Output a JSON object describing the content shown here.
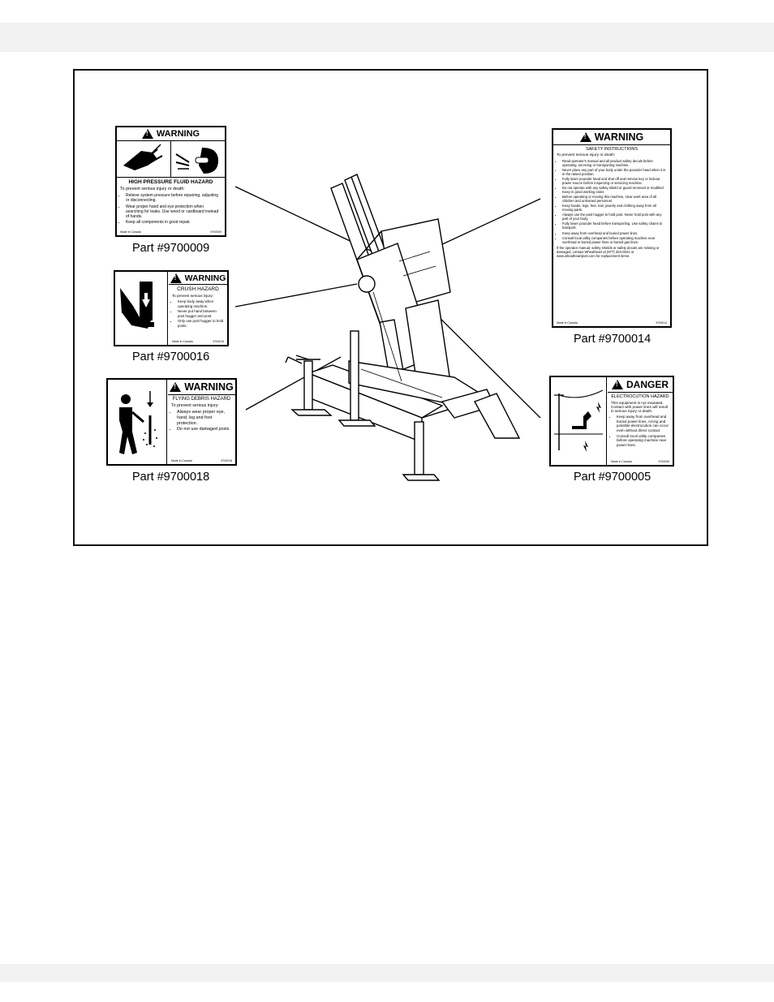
{
  "decals": [
    {
      "part_label": "Part #9700009",
      "signal": "WARNING",
      "hazard": "HIGH PRESSURE FLUID HAZARD",
      "intro": "To prevent serious injury or death:",
      "bullets": [
        "Relieve system pressure before repairing, adjusting or disconnecting.",
        "Wear proper hand and eye protection when searching for leaks. Use wood or cardboard instead of hands.",
        "Keep all components in good repair."
      ],
      "footer_left": "Made in Canada",
      "footer_right": "9700009"
    },
    {
      "part_label": "Part #9700016",
      "signal": "WARNING",
      "hazard": "CRUSH HAZARD",
      "intro": "To prevent serious injury:",
      "bullets": [
        "Keep body away when operating machine.",
        "Never put hand between post hugger and post.",
        "Only use post hugger to hold posts."
      ],
      "footer_left": "Made in Canada",
      "footer_right": "9700016"
    },
    {
      "part_label": "Part #9700018",
      "signal": "WARNING",
      "hazard": "FLYING DEBRIS HAZARD",
      "intro": "To prevent serious injury:",
      "bullets": [
        "Always wear proper eye, hand, leg and foot protection.",
        "Do not use damaged posts"
      ],
      "footer_left": "Made in Canada",
      "footer_right": "9700018"
    },
    {
      "part_label": "Part #9700014",
      "signal": "WARNING",
      "hazard": "SAFETY INSTRUCTIONS",
      "intro": "To prevent serious injury or death:",
      "bullets": [
        "Read operator's manual and all product safety decals before operating, servicing or transporting machine.",
        "Never place any part of your body under the pounder head when it is in the raised position.",
        "Fully lower pounder head and shut off and remove key or lockout power source before inspecting or servicing machine.",
        "Do not operate with any safety shield or guard removed or modified. Keep in good working order.",
        "Before operating or moving this machine, clear work area of all children and untrained personnel.",
        "Keep hands, legs, feet, hair, jewelry and clothing away from all moving parts.",
        "Always use the post hugger to hold post. Never hold post with any part of your body.",
        "Fully lower pounder head before transporting. Use safety chains to transport.",
        "Keep away from overhead and buried power lines.",
        "Consult local utility companies before operating machine near overhead or buried power lines or buried gas lines."
      ],
      "closing": "If the operator manual, safety shields or safety decals are missing or damaged, contact Wheatheart at (877) 334-0041 or www.wheatheartpost.com for replacement items.",
      "footer_left": "Made in Canada",
      "footer_right": "9700014"
    },
    {
      "part_label": "Part #9700005",
      "signal": "DANGER",
      "hazard": "ELECTROCUTION HAZARD",
      "intro": "This equipment is not insulated. Contact with power lines will result in serious injury or death.",
      "bullets": [
        "Keep away from overhead and buried power lines. Arcing and possible electrocution can occur even without direct contact.",
        "Consult local utility companies before operating machine near power lines."
      ],
      "footer_left": "Made in Canada",
      "footer_right": "9700005"
    }
  ],
  "colors": {
    "background": "#ffffff",
    "band": "#f2f2f2",
    "ink": "#000000"
  },
  "icons": [
    "hand-jet-icon",
    "goggles-icon",
    "crush-hand-icon",
    "flying-debris-person-icon",
    "powerline-icon"
  ]
}
